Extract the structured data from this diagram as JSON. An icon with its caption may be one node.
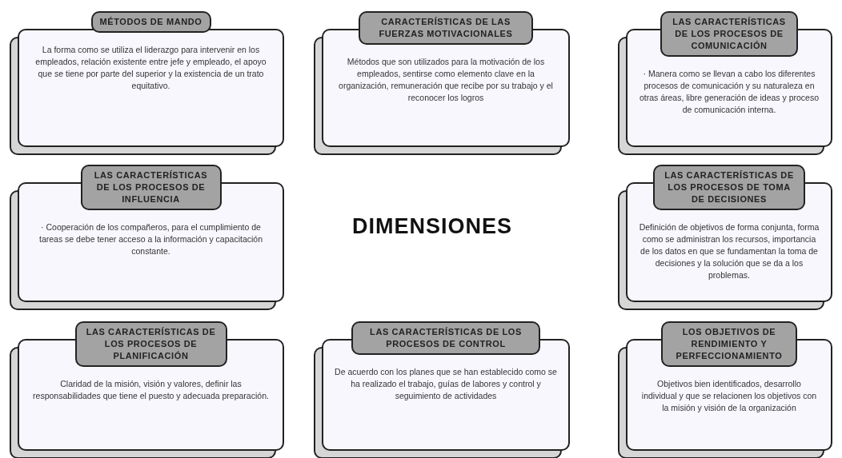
{
  "diagram": {
    "title": "DIMENSIONES",
    "nodes": [
      {
        "text": [
          "MÉTODOS DE MANDO",
          "La forma como se utiliza el liderazgo para intervenir en los empleados, relación existente entre jefe y empleado, el apoyo que se tiene por parte del superior y la existencia de un trato equitativo."
        ]
      },
      {
        "text": [
          "CARACTERÍSTICAS DE LAS FUERZAS MOTIVACIONALES",
          "Métodos que son utilizados para la motivación de los empleados, sentirse como elemento clave en la organización, remuneración que recibe por su trabajo y el reconocer los logros"
        ]
      },
      {
        "text": [
          "LAS CARACTERÍSTICAS DE LOS PROCESOS DE COMUNICACIÓN",
          "· Manera como se llevan a cabo los diferentes procesos de comunicación y su naturaleza en otras áreas, libre generación de ideas y proceso de comunicación interna."
        ]
      },
      {
        "text": [
          "LAS CARACTERÍSTICAS DE LOS PROCESOS DE INFLUENCIA",
          "· Cooperación de los compañeros, para el cumplimiento de tareas se debe tener acceso a la información y capacitación constante."
        ]
      },
      {
        "text": [
          "LAS CARACTERÍSTICAS DE LOS PROCESOS DE TOMA DE DECISIONES",
          "Definición de objetivos de forma conjunta, forma como se administran los recursos, importancia de los datos en que se fundamentan la toma de decisiones y la solución que se da a los problemas."
        ]
      },
      {
        "text": [
          "LAS CARACTERÍSTICAS DE LOS PROCESOS DE PLANIFICACIÓN",
          "Claridad de la misión, visión y valores, definir las responsabilidades que tiene el puesto y adecuada preparación."
        ]
      },
      {
        "text": [
          "LAS CARACTERÍSTICAS DE LOS PROCESOS DE CONTROL",
          "De acuerdo con los planes que se han establecido como se ha realizado el trabajo, guías de labores y control y seguimiento de actividades"
        ]
      },
      {
        "text": [
          "LOS OBJETIVOS DE RENDIMIENTO Y PERFECCIONAMIENTO",
          "Objetivos bien identificados, desarrollo individual y que se relacionen los objetivos con la misión y visión de la organización"
        ]
      }
    ]
  }
}
